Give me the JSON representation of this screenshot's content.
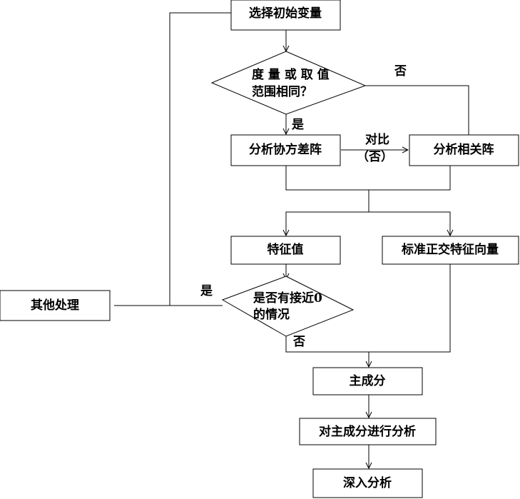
{
  "nodes": {
    "select_vars": "选择初始变量",
    "same_scale_line1": "度 量 或 取 值",
    "same_scale_line2": "范围相同？",
    "cov_matrix": "分析协方差阵",
    "corr_matrix": "分析相关阵",
    "eigenvalue": "特征值",
    "eigenvector": "标准正交特征向量",
    "near_zero_line1": "是否有接近0",
    "near_zero_line2": "的情况",
    "other_process": "其他处理",
    "principal": "主成分",
    "analyze_pc": "对主成分进行分析",
    "deep_analysis": "深入分析"
  },
  "edges": {
    "no_top": "否",
    "yes_top": "是",
    "compare": "对比",
    "compare_no": "（否）",
    "yes_left": "是",
    "no_bottom": "否"
  }
}
